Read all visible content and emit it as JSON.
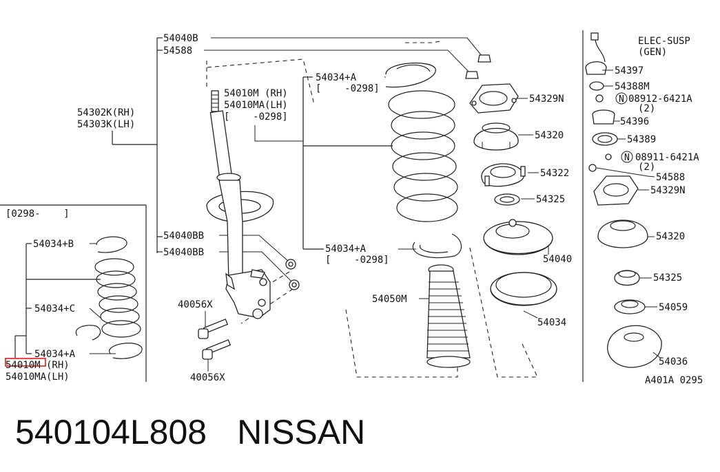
{
  "diagram": {
    "labels": {
      "l54040B": "54040B",
      "l54588_top": "54588",
      "l54302K": "54302K(RH)",
      "l54303K": "54303K(LH)",
      "l54010M": "54010M (RH)",
      "l54010MA": "54010MA(LH)",
      "l0298_strut": "[    -0298]",
      "l54034A_top": "54034+A",
      "l0298_top": "[    -0298]",
      "l54040BB_1": "54040BB",
      "l54040BB_2": "54040BB",
      "l40056X_1": "40056X",
      "l40056X_2": "40056X",
      "l54034A_mid": "54034+A",
      "l0298_mid": "[    -0298]",
      "l54050M": "54050M",
      "l54329N": "54329N",
      "l54320": "54320",
      "l54322": "54322",
      "l54325": "54325",
      "l54040": "54040",
      "l54034": "54034",
      "inset_range": "[0298-    ]",
      "inset_54034B": "54034+B",
      "inset_54034C": "54034+C",
      "inset_54034A": "54034+A",
      "inset_54010M": "54010M (RH)",
      "inset_54010MA": "54010MA(LH)",
      "elec_title": "ELEC-SUSP",
      "elec_gen": "(GEN)",
      "r54397": "54397",
      "r54388M": "54388M",
      "r08912": "08912-6421A",
      "r08912_qty": "(2)",
      "r54396": "54396",
      "r54389": "54389",
      "r08911": "08911-6421A",
      "r08911_qty": "(2)",
      "r54588": "54588",
      "r54329N": "54329N",
      "r54320": "54320",
      "r54325": "54325",
      "r54059": "54059",
      "r54036": "54036",
      "n_symbol": "N",
      "ref_code": "A401A 0295"
    }
  },
  "caption": {
    "part_number": "540104L808",
    "brand": "NISSAN"
  },
  "colors": {
    "highlight": "#e31b1b",
    "line": "#222222"
  }
}
